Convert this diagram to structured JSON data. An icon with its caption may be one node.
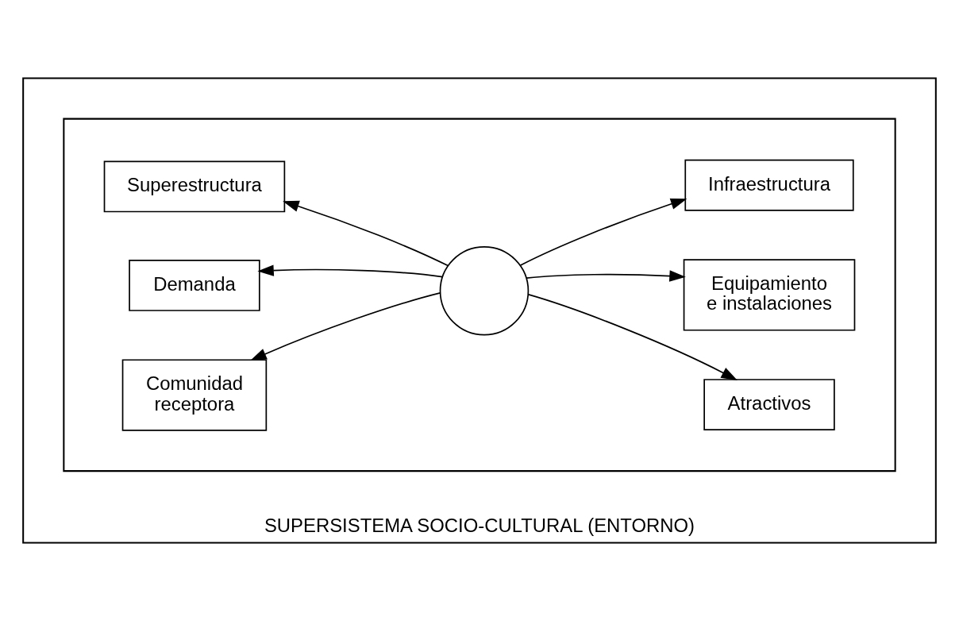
{
  "diagram": {
    "nodes": [
      {
        "text": [
          "SUPERSISTEMA SOCIO-CULTURAL (ENTORNO)"
        ]
      },
      {
        "text": [],
        "shape": "box",
        "in": 0
      },
      {
        "text": [
          "Superestructura"
        ],
        "in": 1
      },
      {
        "text": [
          "Atractivos"
        ],
        "in": 1
      },
      {
        "text": [
          "Demanda"
        ],
        "in": 1
      },
      {
        "text": [],
        "shape": "circle",
        "in": 1
      },
      {
        "text": [
          "Equipamiento e instalaciones"
        ],
        "in": 1
      },
      {
        "text": [
          "Comunidad receptora"
        ],
        "in": 1
      },
      {
        "text": [
          "Infraestructura"
        ],
        "in": 1
      }
    ],
    "edges": [
      {
        "from": 5,
        "to": 2,
        "arrow": "to"
      },
      {
        "from": 5,
        "to": 3,
        "arrow": "to"
      },
      {
        "from": 5,
        "to": 4,
        "arrow": "to"
      },
      {
        "from": 5,
        "to": 6,
        "arrow": "to"
      },
      {
        "from": 5,
        "to": 7,
        "arrow": "to"
      },
      {
        "from": 5,
        "to": 8,
        "arrow": "to"
      }
    ]
  }
}
